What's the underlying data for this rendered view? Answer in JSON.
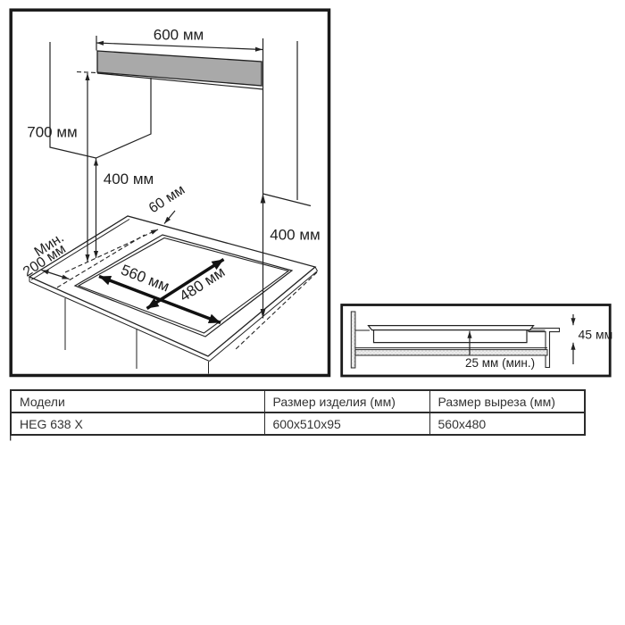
{
  "main_diagram": {
    "width_600": "600 мм",
    "height_700": "700 мм",
    "clearance_400_left": "400 мм",
    "gap_60": "60 мм",
    "clearance_400_right": "400 мм",
    "min_label": "Мин.",
    "min_200": "200 мм",
    "cutout_560": "560 мм",
    "cutout_480": "480 мм"
  },
  "section_diagram": {
    "dim_45": "45 мм",
    "dim_25": "25 мм (мин.)"
  },
  "table": {
    "headers": [
      "Модели",
      "Размер изделия (мм)",
      "Размер выреза (мм)"
    ],
    "rows": [
      [
        "HEG 638 X",
        "600x510x95",
        "560x480"
      ]
    ]
  },
  "colors": {
    "line": "#222222",
    "hood_fill": "#a9a9a9",
    "panel_fill": "#ececec",
    "text": "#1f1f1f",
    "table_text": "#333333"
  }
}
